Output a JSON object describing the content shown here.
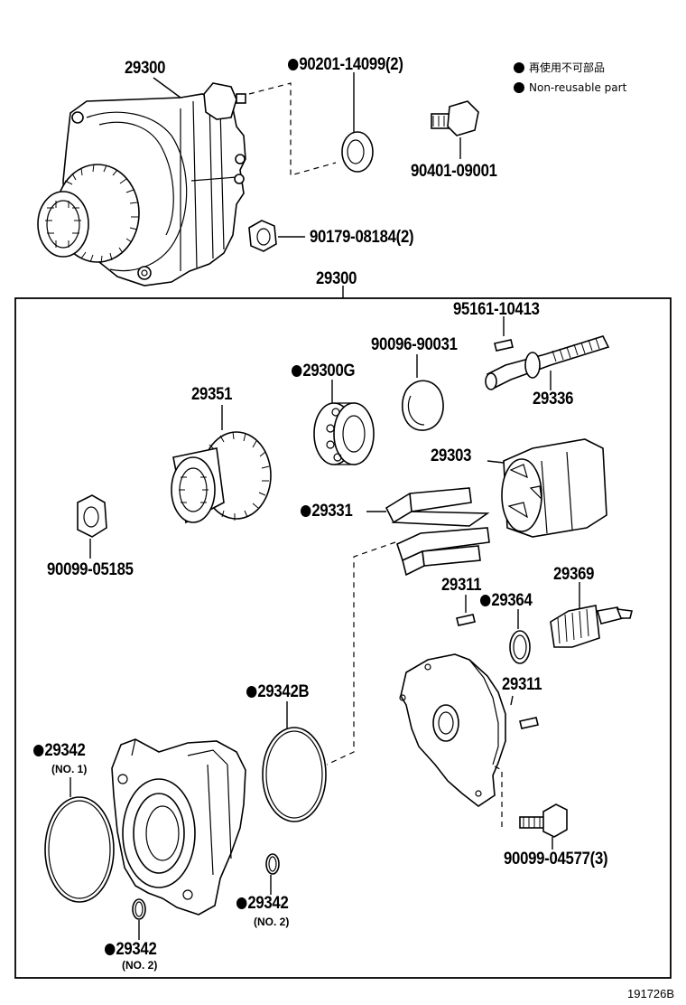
{
  "legend": {
    "jp": "再使用不可部品",
    "en": "Non-reusable part"
  },
  "assembly_top": {
    "part_no": "29300"
  },
  "assembly_frame": {
    "part_no": "29300"
  },
  "parts": [
    {
      "id": "p90201",
      "part_no": "90201-14099",
      "qty": "(2)",
      "non_reusable": true
    },
    {
      "id": "p90401",
      "part_no": "90401-09001",
      "qty": "",
      "non_reusable": false
    },
    {
      "id": "p90179",
      "part_no": "90179-08184",
      "qty": "(2)",
      "non_reusable": false
    },
    {
      "id": "p95161",
      "part_no": "95161-10413",
      "qty": "",
      "non_reusable": false
    },
    {
      "id": "p90096",
      "part_no": "90096-90031",
      "qty": "",
      "non_reusable": false
    },
    {
      "id": "p29300G",
      "part_no": "29300G",
      "qty": "",
      "non_reusable": true
    },
    {
      "id": "p29351",
      "part_no": "29351",
      "qty": "",
      "non_reusable": false
    },
    {
      "id": "p29336",
      "part_no": "29336",
      "qty": "",
      "non_reusable": false
    },
    {
      "id": "p29303",
      "part_no": "29303",
      "qty": "",
      "non_reusable": false
    },
    {
      "id": "p29331",
      "part_no": "29331",
      "qty": "",
      "non_reusable": true
    },
    {
      "id": "p90099a",
      "part_no": "90099-05185",
      "qty": "",
      "non_reusable": false
    },
    {
      "id": "p29369",
      "part_no": "29369",
      "qty": "",
      "non_reusable": false
    },
    {
      "id": "p29311a",
      "part_no": "29311",
      "qty": "",
      "non_reusable": false
    },
    {
      "id": "p29364",
      "part_no": "29364",
      "qty": "",
      "non_reusable": true
    },
    {
      "id": "p29342B",
      "part_no": "29342B",
      "qty": "",
      "non_reusable": true
    },
    {
      "id": "p29311b",
      "part_no": "29311",
      "qty": "",
      "non_reusable": false
    },
    {
      "id": "p29342n1",
      "part_no": "29342",
      "qty": "",
      "sub": "(NO. 1)",
      "non_reusable": true
    },
    {
      "id": "p90099b",
      "part_no": "90099-04577",
      "qty": "(3)",
      "non_reusable": false
    },
    {
      "id": "p29342n2a",
      "part_no": "29342",
      "qty": "",
      "sub": "(NO. 2)",
      "non_reusable": true
    },
    {
      "id": "p29342n2b",
      "part_no": "29342",
      "qty": "",
      "sub": "(NO. 2)",
      "non_reusable": true
    }
  ],
  "figure_code": "191726B"
}
